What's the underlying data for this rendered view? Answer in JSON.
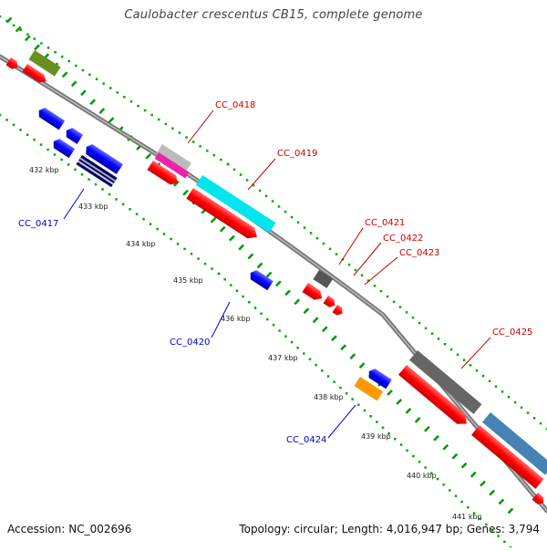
{
  "title": "Caulobacter crescentus CB15, complete genome",
  "accession": "Accession: NC_002696",
  "summary": "Topology: circular; Length: 4,016,947 bp; Genes: 3,794",
  "kbp_labels": [
    "432 kbp",
    "433 kbp",
    "434 kbp",
    "435 kbp",
    "436 kbp",
    "437 kbp",
    "438 kbp",
    "439 kbp",
    "440 kbp",
    "441 kbp"
  ],
  "genes": [
    {
      "name": "CC_0417",
      "color": "#0000cc"
    },
    {
      "name": "CC_0418",
      "color": "#cc0000"
    },
    {
      "name": "CC_0419",
      "color": "#cc0000"
    },
    {
      "name": "CC_0420",
      "color": "#0000cc"
    },
    {
      "name": "CC_0421",
      "color": "#cc0000"
    },
    {
      "name": "CC_0422",
      "color": "#cc0000"
    },
    {
      "name": "CC_0423",
      "color": "#cc0000"
    },
    {
      "name": "CC_0424",
      "color": "#0000cc"
    },
    {
      "name": "CC_0425",
      "color": "#cc0000"
    }
  ],
  "colors": {
    "backbone": "#888888",
    "forward_cds": "#ff0000",
    "reverse_cds": "#0000ff",
    "dot_track": "#00aa00",
    "gc_skew_dash": "#009900"
  }
}
